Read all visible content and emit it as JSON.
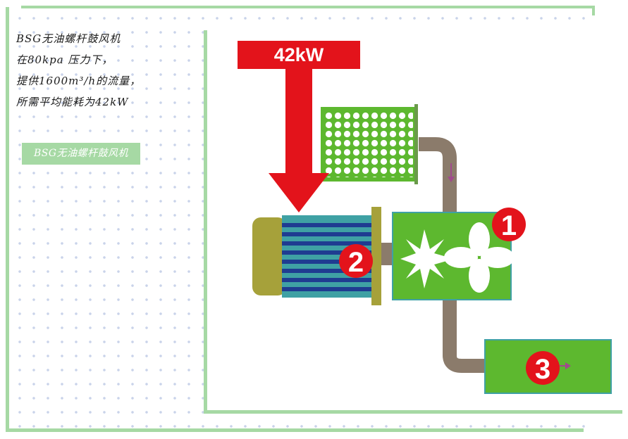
{
  "description_lines": [
    "BSG无油螺杆鼓风机",
    "在80kpa 压力下，",
    "提供1600m³/h的流量，",
    "所需平均能耗为42kW"
  ],
  "tag_label": "BSG无油螺杆鼓风机",
  "diagram": {
    "power_label": "42kW",
    "markers": [
      "1",
      "2",
      "3"
    ]
  },
  "colors": {
    "frame_green": "#a6d9a4",
    "arrow_red": "#e3131b",
    "unit_green": "#5db82f",
    "motor_blue": "#1f3c91",
    "pipe_brown": "#8b7b6b",
    "motor_cap_olive": "#a6a13a"
  }
}
